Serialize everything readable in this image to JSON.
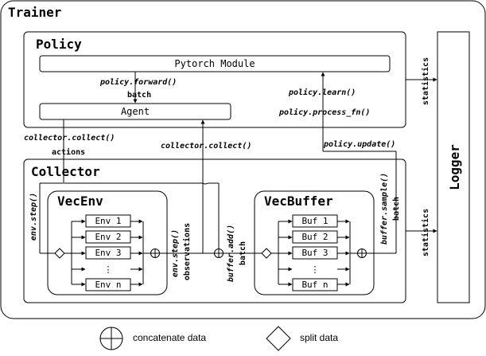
{
  "trainer": {
    "title": "Trainer"
  },
  "policy": {
    "title": "Policy",
    "module": "Pytorch Module",
    "agent": "Agent",
    "forward": "policy.forward()",
    "batch": "batch",
    "learn": "policy.learn()",
    "process_fn": "policy.process_fn()",
    "update": "policy.update()"
  },
  "collector": {
    "title": "Collector",
    "collect_left": "collector.collect()",
    "actions": "actions",
    "collect_mid": "collector.collect()",
    "env_step_left": "env.step()",
    "env_step_right": "env.step()",
    "observations": "observations",
    "buffer_add": "buffer.add()",
    "buffer_add_batch": "batch",
    "buffer_sample": "buffer.sample()",
    "buffer_sample_batch": "batch"
  },
  "vecenv": {
    "title": "VecEnv",
    "items": [
      "Env 1",
      "Env 2",
      "Env 3",
      "⋮",
      "Env n"
    ]
  },
  "vecbuffer": {
    "title": "VecBuffer",
    "items": [
      "Buf 1",
      "Buf 2",
      "Buf 3",
      "⋮",
      "Buf n"
    ]
  },
  "logger": {
    "title": "Logger",
    "statistics_top": "statistics",
    "statistics_bottom": "statistics"
  },
  "legend": {
    "concatenate": "concatenate data",
    "split": "split data"
  }
}
